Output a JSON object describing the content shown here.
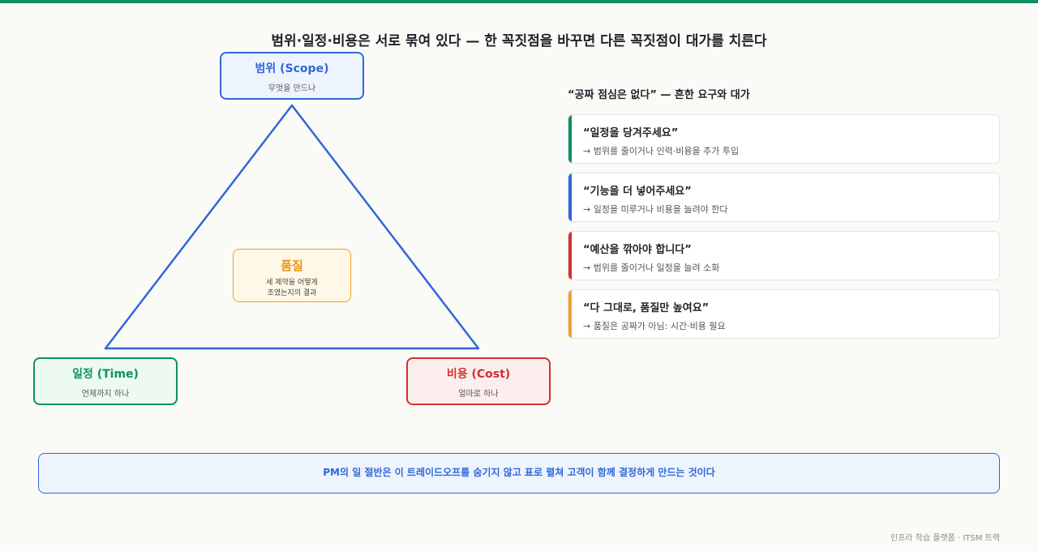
{
  "title": "범위·일정·비용은 서로 묶여 있다 — 한 꼭짓점을 바꾸면 다른 꼭짓점이 대가를 치른다",
  "colors": {
    "top_bar": "#0f8f63",
    "scope": "#2f68d8",
    "time": "#0f8f63",
    "cost": "#d0312d",
    "quality": "#f0a22a"
  },
  "triangle": {
    "scope": {
      "label": "범위 (Scope)",
      "sub": "무엇을 만드나"
    },
    "time": {
      "label": "일정 (Time)",
      "sub": "언제까지 하나"
    },
    "cost": {
      "label": "비용 (Cost)",
      "sub": "얼마로 하나"
    },
    "quality": {
      "label": "품질",
      "sub_line1": "세 제약을 어떻게",
      "sub_line2": "조였는지의 결과"
    }
  },
  "side": {
    "heading": "“공짜 점심은 없다” — 흔한 요구와 대가",
    "cards": [
      {
        "title": "“일정을 당겨주세요”",
        "desc": "→ 범위를 줄이거나 인력·비용을 추가 투입"
      },
      {
        "title": "“기능을 더 넣어주세요”",
        "desc": "→ 일정을 미루거나 비용을 늘려야 한다"
      },
      {
        "title": "“예산을 깎아야 합니다”",
        "desc": "→ 범위를 줄이거나 일정을 늘려 소화"
      },
      {
        "title": "“다 그대로, 품질만 높여요”",
        "desc": "→ 품질은 공짜가 아님: 시간·비용 필요"
      }
    ]
  },
  "banner": "PM의 일 절반은 이 트레이드오프를 숨기지 않고 표로 펼쳐 고객이 함께 결정하게 만드는 것이다",
  "footer": "인프라 학습 플랫폼 · ITSM 트랙"
}
